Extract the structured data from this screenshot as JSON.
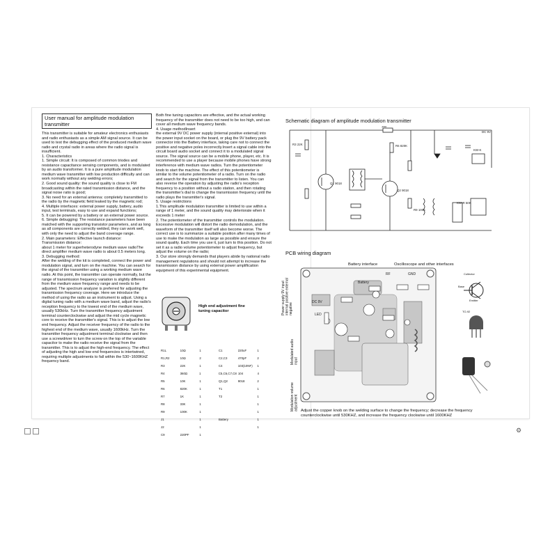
{
  "manual_title": "User manual for amplitude modulation transmitter",
  "col1_text": "This transmitter is suitable for amateur electronics enthusiasts and radio enthusiasts as a simple AM signal source. It can be used to test the debugging effect of the produced medium wave radio and crystal radio in areas where the radio signal is insufficient.\n1.  Characteristics\n1. Simple circuit: It is composed of common triodes and resistance capacitance sensing components, and is modulated by an audio transformer. It is a pure amplitude modulation medium wave transmitter with low production difficulty and can work normally without any welding errors;\n2. Good sound quality: the sound quality is close to FM broadcasting within the rated transmission distance, and the signal noise ratio is good;\n3. No need for an external antenna: completely transmitted to the radio by the magnetic field leaked by the magnetic rod;\n4. Multiple interfaces: external power supply, battery, audio input, test terminals, easy to use and expand functions;\n5. It can be powered by a battery or an external power source.\n6. Simple debugging: The resistance parameters have been matched with the supporting transistor parameters, and as long as all components are correctly welded, they can work well, with only the need to adjust the band coverage range.\n2.  Main parameters: Effective launch distance:\n Transmission distance:\nabout 1 meter for superheterodyne medium wave radioThe direct amplifier medium wave radio is about 0.5 meters long.\n3.  Debugging method:\nAfter the welding of the kit is completed, connect the power and modulation signal, and turn on the machine. You can search for the signal of the transmitter using a working medium wave radio. At this point, the transmitter can operate normally, but the range of transmission frequency variation is slightly different from the medium wave frequency range and needs to be adjusted. The spectrum analyzer is preferred for adjusting the transmission frequency coverage. Here we introduce the method of using the radio as an instrument to adjust. Using a digital tuning radio with a medium wave band, adjust the radio's reception frequency to the lowest end of the medium wave, usually 530kHz. Turn the transmitter frequency adjustment terminal counterclockwise and adjust the mid cycle magnetic core to receive the transmitter's signal. This is to adjust the low end frequency. Adjust the receiver frequency of the radio to the highest end of the medium wave, usually 1600kHz. Turn the transmitter frequency adjustment terminal clockwise and then use a screwdriver to turn the screw on the top of the variable capacitor to make the radio receive the signal from the transmitter. This is to adjust the high-end frequency. The effect of adjusting the high and low end frequencies is intertwined, requiring multiple adjustments to fall within the 530~1600KHZ frequency band.",
  "col2_text": "Both fine tuning capacitors are effective, and the actual working frequency of the transmitter does not need to be too high, and can cover all medium wave frequency bands.\n4.  Usage methodInsert\nthe external 9V DC power supply (internal positive external) into the power input socket on the board, or plug the 9V battery pack connector into the Battery interface, taking care not to connect the positive and negative poles incorrectly.Insert a signal cable into the circuit board audio socket and connect it to a modulated signal source. The signal source can be a mobile phone, player, etc. It is recommended to use a player because mobile phones have strong interference with medium wave radios. Turn the potentiometer knob to start the machine. The effect of this potentiometer is similar to the volume potentiometer of a radio. Turn on the radio and search for the signal from the transmitter to listen. You can also reverse the operation by adjusting the radio's reception frequency to a position without a radio station, and then rotating the transmitter's dial to change the transmission frequency until the radio plays the transmitter's signal.\n5.  Usage restrictions\n1.This amplitude modulation transmitter is limited to use within a range of 1 meter, and the sound quality may deteriorate when it exceeds 1 meter\n2. The potentiometer of the transmitter controls the modulation. Excessive modulation will distort the radio demodulation, and the waveform of the transmitter itself will also become worse. The correct use is to summarize a suitable position after many times of use to make the modulation as large as possible and ensure the sound quality. Each time you use it, just turn to this position. Do not set it as a radio volume potentiometer to adjust frequency, but adjust the volume on the radio;\n3. Our store strongly demands that players abide by national radio management regulations and should not attempt to increase the transmission distance by using external power amplification equipment of this experimental equipment.",
  "capacitor_label": "High end adjustment fine tuning capacitor",
  "schematic_title": "Schematic diagram of amplitude modulation transmitter",
  "pcb_title": "PCB wiring diagram",
  "pcb_labels": {
    "battery_interface": "Battery interface",
    "osc_interfaces": "Oscilloscope and other interfaces",
    "power_supply": "Power supply 9V input internal positive external negative",
    "modulated_audio": "Modulated audio input",
    "modulation_volume": "Modulation volume adjustment",
    "caption": "Adjust the copper knob on the welding surface to change the frequency; decrease the frequency counterclockwise until 530KHZ, and increase the frequency clockwise until 1600KHZ",
    "battery": "Battery",
    "dc9v": "DC 9V",
    "led": "LED",
    "collector": "Collector",
    "base": "Base",
    "emitter": "Emitter",
    "to92": "TO-92",
    "rf": "RF",
    "gnd": "GND"
  },
  "parts": [
    [
      "R1L",
      "10Ω",
      "1",
      "C1",
      "220uF",
      "1"
    ],
    [
      "R1,R2",
      "10Ω",
      "2",
      "C2,C3",
      "470pF",
      "2"
    ],
    [
      "R3",
      "22K",
      "1",
      "C4",
      "103(10NF)",
      "1"
    ],
    [
      "R4",
      "360Ω",
      "1",
      "C5,C6,C7,C8",
      "104",
      "4"
    ],
    [
      "R5",
      "10K",
      "1",
      "Q1,Q2",
      "9018",
      "2"
    ],
    [
      "R6",
      "820K",
      "1",
      "T1",
      "",
      "1"
    ],
    [
      "R7",
      "1K",
      "1",
      "T2",
      "",
      "1"
    ],
    [
      "R8",
      "33K",
      "1",
      "",
      "",
      "1"
    ],
    [
      "R9",
      "100K",
      "1",
      "",
      "",
      "1"
    ],
    [
      "J1",
      "",
      "1",
      "Battery",
      "",
      "1"
    ],
    [
      "J2",
      "",
      "1",
      "",
      "",
      "1"
    ],
    [
      "C9",
      "220PF",
      "1",
      "",
      "",
      ""
    ]
  ],
  "schematic_labels": {
    "batt_label": "DC 9V",
    "r4": "360",
    "kk": "KW-K",
    "vr": "KW-R 50K",
    "q1": "Q1 9018",
    "q2": "Q2 9018",
    "r9": "R9 100K",
    "r6": "R6 820K",
    "r3": "R3 22K"
  }
}
